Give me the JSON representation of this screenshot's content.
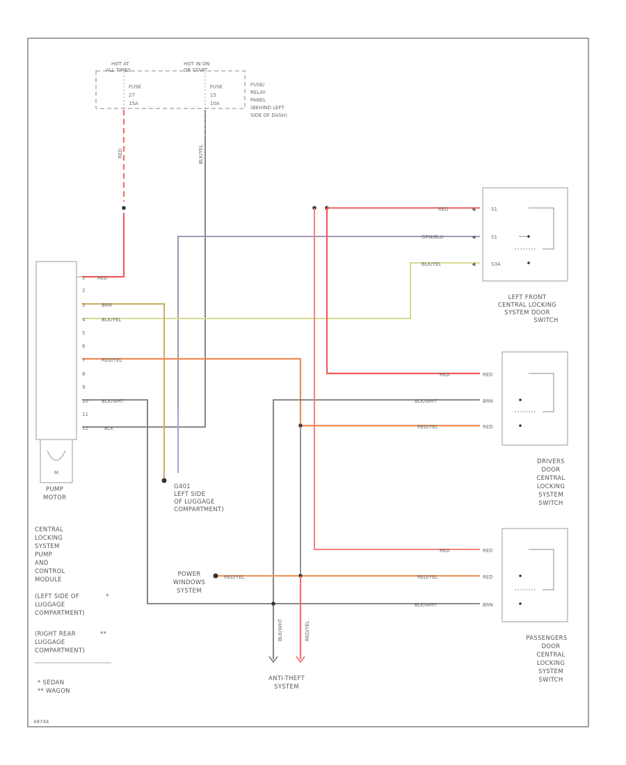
{
  "fuse_panel": {
    "hot_at_all_times": [
      "HOT AT",
      "ALL TIMES"
    ],
    "hot_in_on": [
      "HOT IN ON",
      "OR START"
    ],
    "fuse_27": [
      "FUSE",
      "27",
      "15A"
    ],
    "fuse_15": [
      "FUSE",
      "15",
      "10A"
    ],
    "location": [
      "FUSE/",
      "RELAY",
      "PANEL",
      "(BEHIND LEFT",
      "SIDE OF DASH)"
    ]
  },
  "wires": {
    "red": "RED",
    "blk_yel": "BLK/YEL",
    "grn_blu": "GRN/BLU",
    "blk_yel_2": "BLK/YEL",
    "brn": "BRN",
    "red_yel": "RED/YEL",
    "blk_wht": "BLK/WHT",
    "blk": "BLK"
  },
  "module": {
    "pins": [
      "1",
      "2",
      "3",
      "4",
      "5",
      "6",
      "7",
      "8",
      "9",
      "10",
      "11",
      "12"
    ],
    "motor_label": [
      "PUMP",
      "MOTOR"
    ],
    "motor_symbol": "M",
    "caption": [
      "CENTRAL",
      "LOCKING",
      "SYSTEM",
      "PUMP",
      "AND",
      "CONTROL",
      "MODULE"
    ],
    "location_1": [
      "(LEFT SIDE OF",
      "LUGGAGE",
      "COMPARTMENT)"
    ],
    "location_2": [
      "(RIGHT REAR",
      "LUGGAGE",
      "COMPARTMENT)"
    ],
    "mark_1": "*",
    "mark_2": "**"
  },
  "footnotes": [
    "* SEDAN",
    "** WAGON"
  ],
  "ground": [
    "G401",
    "LEFT SIDE",
    "OF LUGGAGE",
    "COMPARTMENT)"
  ],
  "left_front_switch": {
    "pins": [
      "S1",
      "S1",
      "S3A"
    ],
    "caption": [
      "LEFT FRONT",
      "CENTRAL LOCKING",
      "SYSTEM DOOR",
      "SWITCH"
    ]
  },
  "drivers_switch": {
    "red_wire": "RED",
    "blk_wht_wire": "BLK/WHT",
    "red_yel_wire": "RED/YEL",
    "pins": [
      "RED",
      "BRN",
      "RED"
    ],
    "caption": [
      "DRIVERS",
      "DOOR",
      "CENTRAL",
      "LOCKING",
      "SYSTEM",
      "SWITCH"
    ]
  },
  "passenger_switch": {
    "red_wire": "RED",
    "red_yel_wire": "RED/YEL",
    "blk_wht_wire": "BLK/WHT",
    "pins": [
      "RED",
      "RED",
      "BRN"
    ],
    "caption": [
      "PASSENGERS",
      "DOOR",
      "CENTRAL",
      "LOCKING",
      "SYSTEM",
      "SWITCH"
    ]
  },
  "power_windows": [
    "POWER",
    "WINDOWS",
    "SYSTEM"
  ],
  "power_windows_wire": "RED/YEL",
  "anti_theft": {
    "wire_1": "BLK/WHT",
    "wire_2": "RED/YEL",
    "caption": [
      "ANTI-THEFT",
      "SYSTEM"
    ]
  },
  "diagram_id": "48744"
}
